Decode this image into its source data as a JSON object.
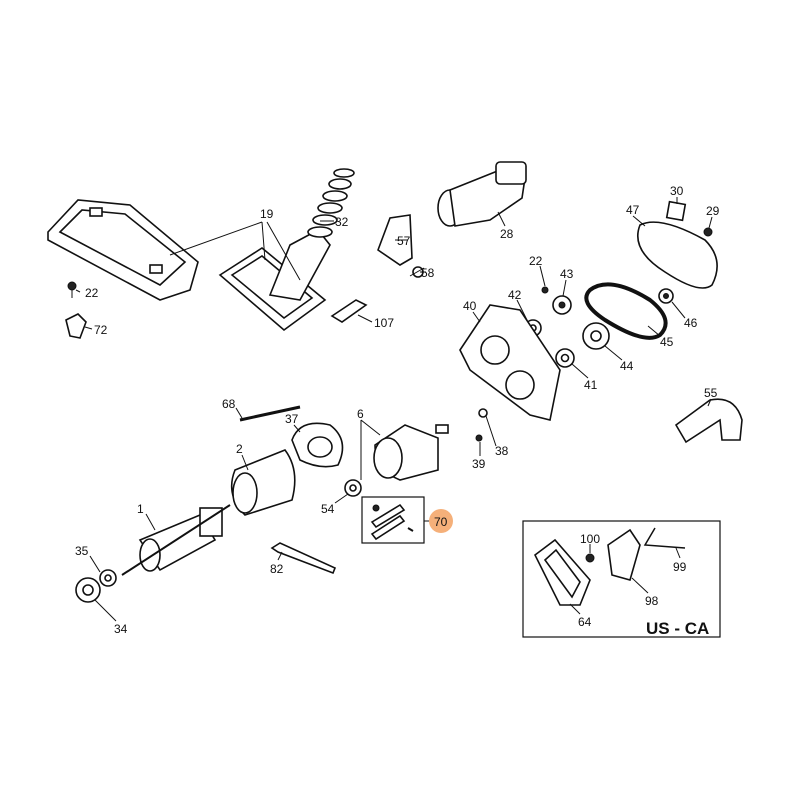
{
  "diagram": {
    "highlight_color": "#f5b07a",
    "region_label": "US - CA",
    "callouts": {
      "c19": "19",
      "c32": "32",
      "c22a": "22",
      "c72": "72",
      "c57": "57",
      "c58": "58",
      "c107": "107",
      "c28": "28",
      "c30": "30",
      "c29": "29",
      "c47": "47",
      "c22b": "22",
      "c43": "43",
      "c42": "42",
      "c40": "40",
      "c46": "46",
      "c45": "45",
      "c44": "44",
      "c41": "41",
      "c55": "55",
      "c68": "68",
      "c37": "37",
      "c6": "6",
      "c38": "38",
      "c39": "39",
      "c2": "2",
      "c54": "54",
      "c70": "70",
      "c1": "1",
      "c35": "35",
      "c82": "82",
      "c34": "34",
      "c100": "100",
      "c99": "99",
      "c98": "98",
      "c64": "64"
    }
  }
}
